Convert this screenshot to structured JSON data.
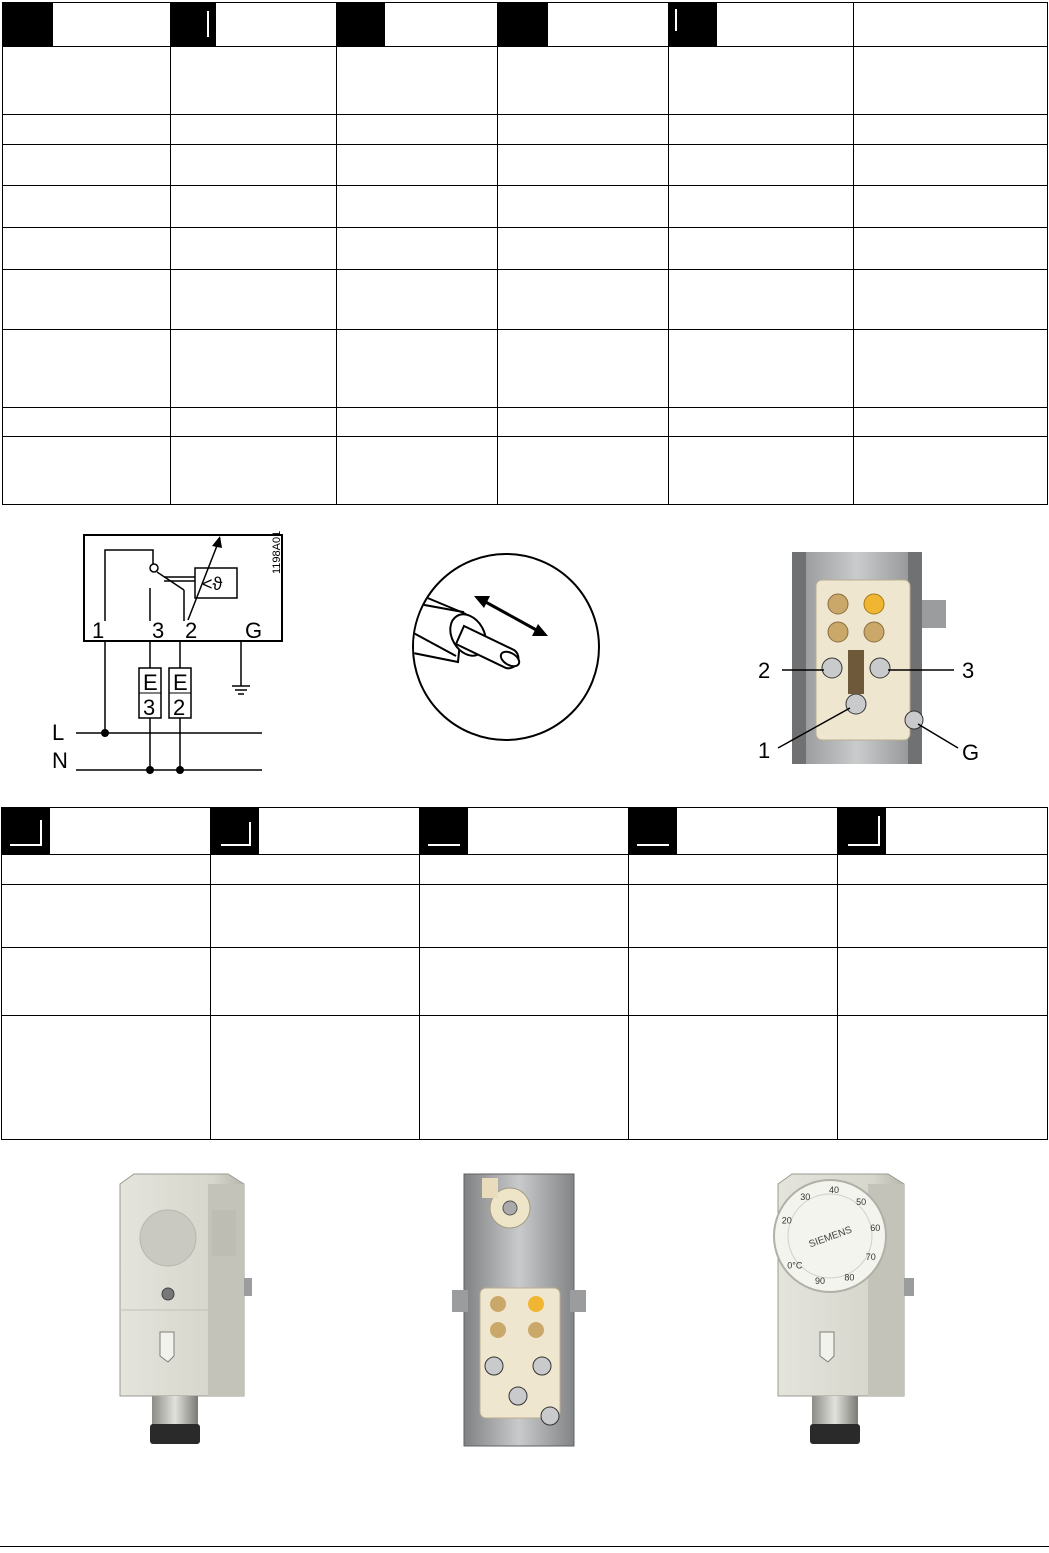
{
  "wiring_diagram": {
    "code": "1198A01",
    "symbol": "<ϑ",
    "terminals": [
      "1",
      "3",
      "2",
      "G"
    ],
    "loads": [
      {
        "top": "E",
        "bottom": "3"
      },
      {
        "top": "E",
        "bottom": "2"
      }
    ],
    "lines": [
      "L",
      "N"
    ]
  },
  "terminal_photo": {
    "labels": {
      "t2": "2",
      "t3": "3",
      "t1": "1",
      "g": "G"
    }
  },
  "dial": {
    "brand": "SIEMENS",
    "scale": [
      "20",
      "30",
      "40",
      "50",
      "60",
      "70",
      "80",
      "90",
      "0°C"
    ]
  }
}
